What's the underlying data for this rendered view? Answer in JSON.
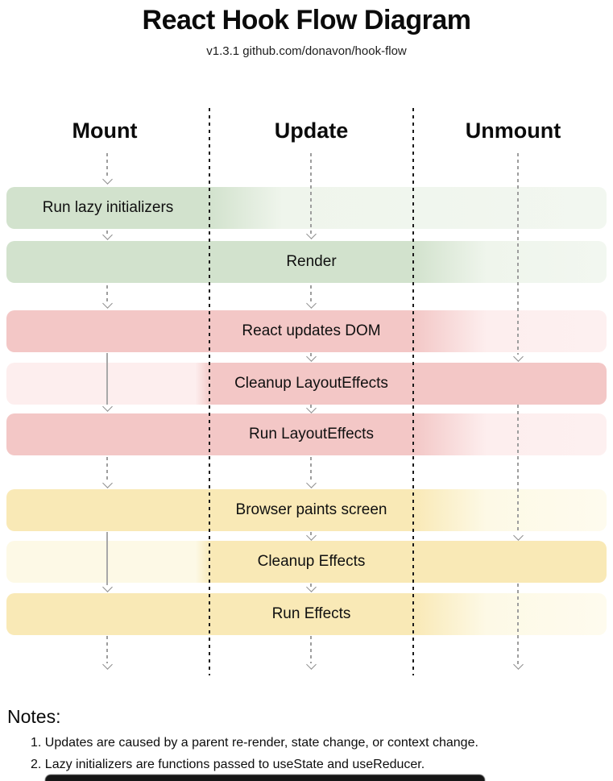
{
  "header": {
    "title": "React Hook Flow Diagram",
    "subtitle": "v1.3.1 github.com/donavon/hook-flow"
  },
  "columns": [
    {
      "label": "Mount"
    },
    {
      "label": "Update"
    },
    {
      "label": "Unmount"
    }
  ],
  "bands": [
    {
      "label": "Run lazy initializers",
      "group": "green",
      "active": [
        "mount"
      ]
    },
    {
      "label": "Render",
      "group": "green",
      "active": [
        "mount",
        "update"
      ]
    },
    {
      "label": "React updates DOM",
      "group": "red",
      "active": [
        "mount",
        "update"
      ]
    },
    {
      "label": "Cleanup LayoutEffects",
      "group": "red",
      "active": [
        "update",
        "unmount"
      ]
    },
    {
      "label": "Run LayoutEffects",
      "group": "red",
      "active": [
        "mount",
        "update"
      ]
    },
    {
      "label": "Browser paints screen",
      "group": "yellow",
      "active": [
        "mount",
        "update"
      ]
    },
    {
      "label": "Cleanup Effects",
      "group": "yellow",
      "active": [
        "update",
        "unmount"
      ]
    },
    {
      "label": "Run Effects",
      "group": "yellow",
      "active": [
        "mount",
        "update"
      ]
    }
  ],
  "notes": {
    "title": "Notes:",
    "items": [
      "1. Updates are caused by a parent re-render, state change, or context change.",
      "2. Lazy initializers are functions passed to useState and useReducer."
    ]
  },
  "colors": {
    "green_active": "#d2e2cd",
    "green_inactive": "#eff5ec",
    "red_active": "#f3c7c6",
    "red_inactive": "#fdeeee",
    "yellow_active": "#f9e9b6",
    "yellow_inactive": "#fdf9e6",
    "separator_line": "#1b1b1b",
    "flow_line": "#9e9e9e"
  }
}
